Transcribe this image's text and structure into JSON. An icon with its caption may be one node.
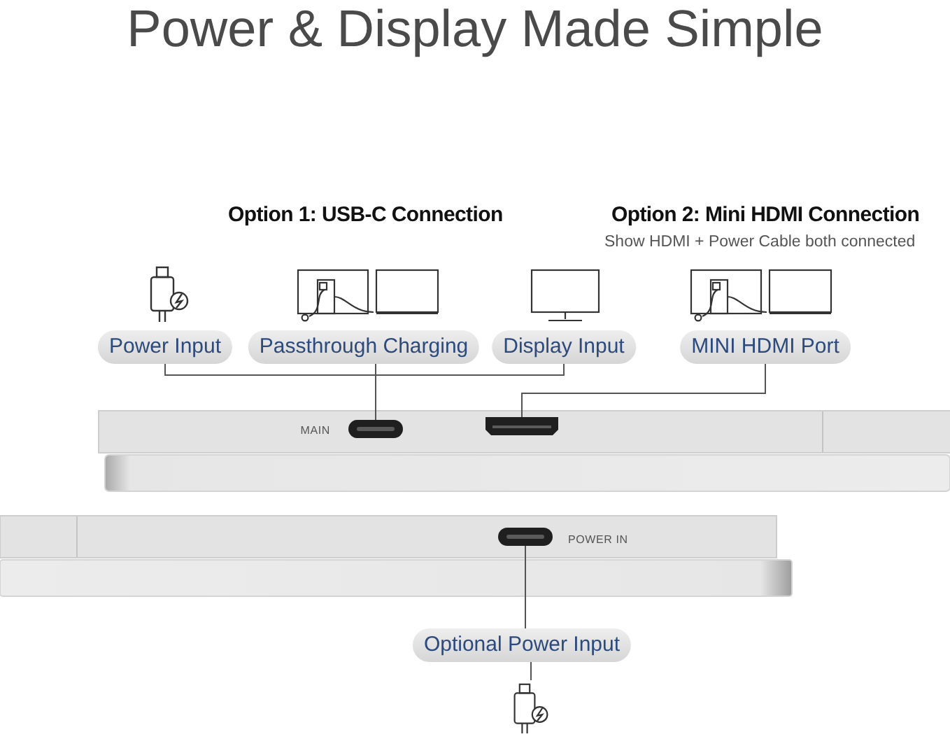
{
  "diagram": {
    "title": "Power & Display Made Simple",
    "nodes": [
      {
        "text": [
          "Power Input"
        ]
      },
      {
        "text": [
          "Passthrough Charging"
        ]
      },
      {
        "text": [
          "Display Input"
        ]
      },
      {
        "text": [
          "MINI HDMI Port"
        ]
      },
      {
        "text": [],
        "shape": "bar",
        "beside": [
          "MAIN"
        ]
      },
      {
        "text": [],
        "shape": "bar"
      },
      {
        "text": [],
        "shape": "bar",
        "beside": [
          "POWER IN"
        ]
      },
      {
        "text": [
          "Optional Power Input"
        ]
      },
      {
        "text": [],
        "shape": "picture"
      }
    ],
    "edges": [
      {
        "from": 0,
        "to": 4,
        "arrow": "none"
      },
      {
        "from": 1,
        "to": 4,
        "arrow": "none"
      },
      {
        "from": 2,
        "to": 4,
        "arrow": "none"
      },
      {
        "from": 3,
        "to": 5,
        "arrow": "none"
      },
      {
        "from": 6,
        "to": 7,
        "arrow": "none"
      },
      {
        "from": 7,
        "to": 8,
        "arrow": "none"
      }
    ],
    "labels": [
      "Option 1: USB-C Connection",
      "Option 2: Mini HDMI Connection",
      "Show HDMI + Power Cable both connected"
    ]
  }
}
